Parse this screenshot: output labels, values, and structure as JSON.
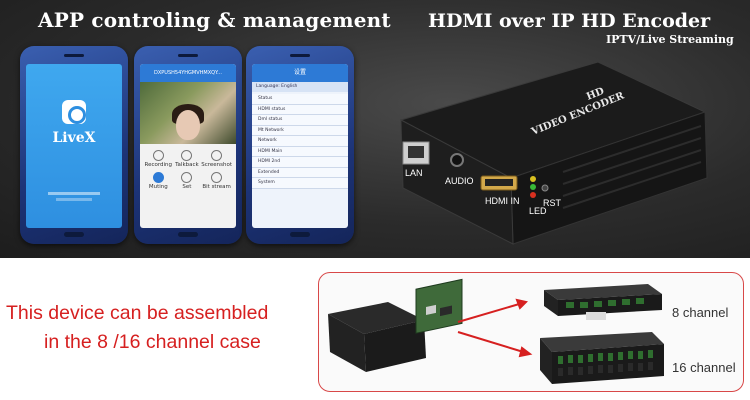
{
  "header": {
    "left_title": "APP controling & management",
    "right_title": "HDMI over IP HD Encoder",
    "right_subtitle": "IPTV/Live Streaming"
  },
  "phones": {
    "app_name": "LiveX",
    "video_bar_title": "DXPUSH54YHGMVHMXQY...",
    "video_controls": [
      {
        "label": "Recording",
        "icon": "record-icon"
      },
      {
        "label": "Talkback",
        "icon": "microphone-icon"
      },
      {
        "label": "Screenshot",
        "icon": "camera-icon"
      },
      {
        "label": "Muting",
        "icon": "speaker-icon",
        "active": true
      },
      {
        "label": "Set",
        "icon": "gear-icon"
      },
      {
        "label": "Bit stream",
        "icon": "sd-icon"
      }
    ],
    "settings_title": "设置",
    "settings_lang": "Language: English",
    "settings_items": [
      "Status",
      "HDMI status",
      "Dml status",
      "Mt Network",
      "Network",
      "HDMI Main",
      "HDMI 2nd",
      "Extended",
      "System"
    ]
  },
  "encoder": {
    "brand_lines": [
      "HD",
      "VIDEO ENCODER"
    ],
    "ports": {
      "lan": "LAN",
      "audio": "AUDIO",
      "hdmi_in": "HDMI IN",
      "led": "LED",
      "rst": "RST"
    }
  },
  "bottom": {
    "line1": "This device can be assembled",
    "line2": "in the 8 /16 channel case",
    "label_8": "8 channel",
    "label_16": "16 channel"
  },
  "colors": {
    "banner_bg": "#2b2b2b",
    "accent_red": "#d62020",
    "app_blue": "#2d7ad6"
  }
}
